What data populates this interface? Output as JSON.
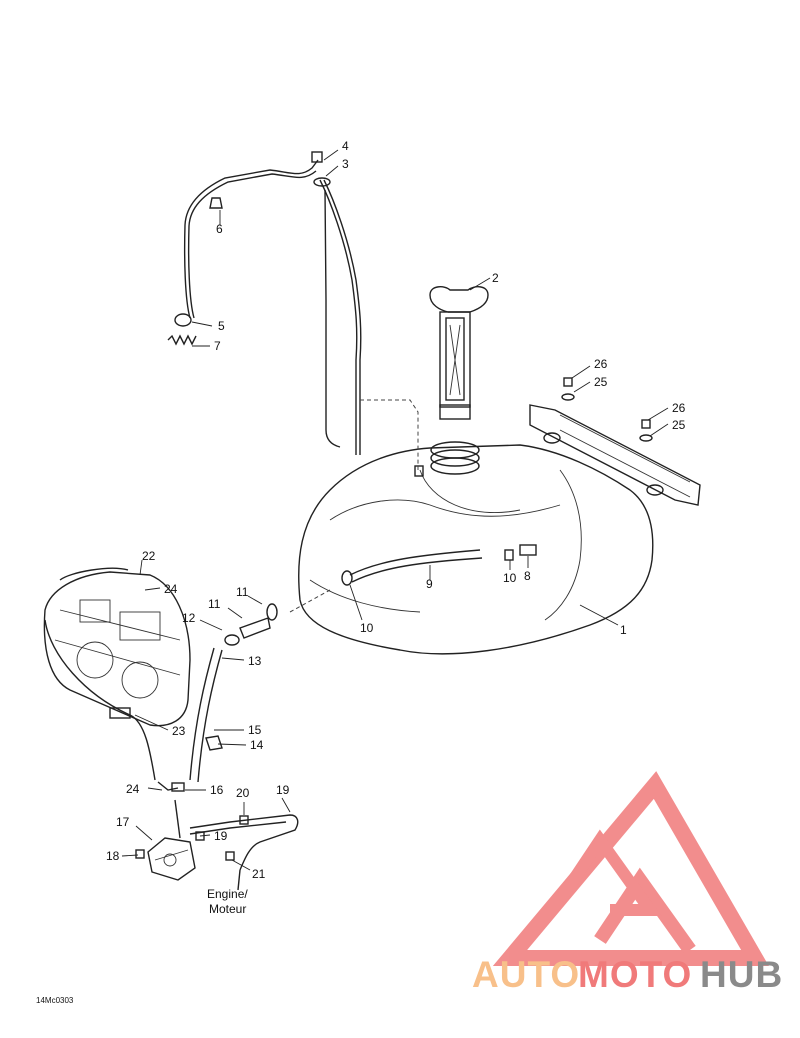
{
  "callouts": [
    {
      "id": "c1",
      "text": "1"
    },
    {
      "id": "c2",
      "text": "2"
    },
    {
      "id": "c3",
      "text": "3"
    },
    {
      "id": "c4",
      "text": "4"
    },
    {
      "id": "c5",
      "text": "5"
    },
    {
      "id": "c6",
      "text": "6"
    },
    {
      "id": "c7",
      "text": "7"
    },
    {
      "id": "c8",
      "text": "8"
    },
    {
      "id": "c9",
      "text": "9"
    },
    {
      "id": "c10a",
      "text": "10"
    },
    {
      "id": "c10b",
      "text": "10"
    },
    {
      "id": "c11",
      "text": "11"
    },
    {
      "id": "c12",
      "text": "12"
    },
    {
      "id": "c13",
      "text": "13"
    },
    {
      "id": "c14",
      "text": "14"
    },
    {
      "id": "c15",
      "text": "15"
    },
    {
      "id": "c16",
      "text": "16"
    },
    {
      "id": "c17",
      "text": "17"
    },
    {
      "id": "c18",
      "text": "18"
    },
    {
      "id": "c19a",
      "text": "19"
    },
    {
      "id": "c19b",
      "text": "19"
    },
    {
      "id": "c20",
      "text": "20"
    },
    {
      "id": "c21a",
      "text": "21"
    },
    {
      "id": "c21b",
      "text": "21"
    },
    {
      "id": "c22",
      "text": "22"
    },
    {
      "id": "c23",
      "text": "23"
    },
    {
      "id": "c24a",
      "text": "24"
    },
    {
      "id": "c24b",
      "text": "24"
    },
    {
      "id": "c25a",
      "text": "25"
    },
    {
      "id": "c25b",
      "text": "25"
    },
    {
      "id": "c26a",
      "text": "26"
    },
    {
      "id": "c26b",
      "text": "26"
    }
  ],
  "engine_label": {
    "line1": "Engine/",
    "line2": "Moteur"
  },
  "figure_code": "14Mc0303",
  "watermark": {
    "part1": "AUTO",
    "part2": "MOTO",
    "part3": "HUB",
    "color_orange": "#F8C08A",
    "color_red": "#F07A7A",
    "color_gray": "#8A8A8A"
  }
}
